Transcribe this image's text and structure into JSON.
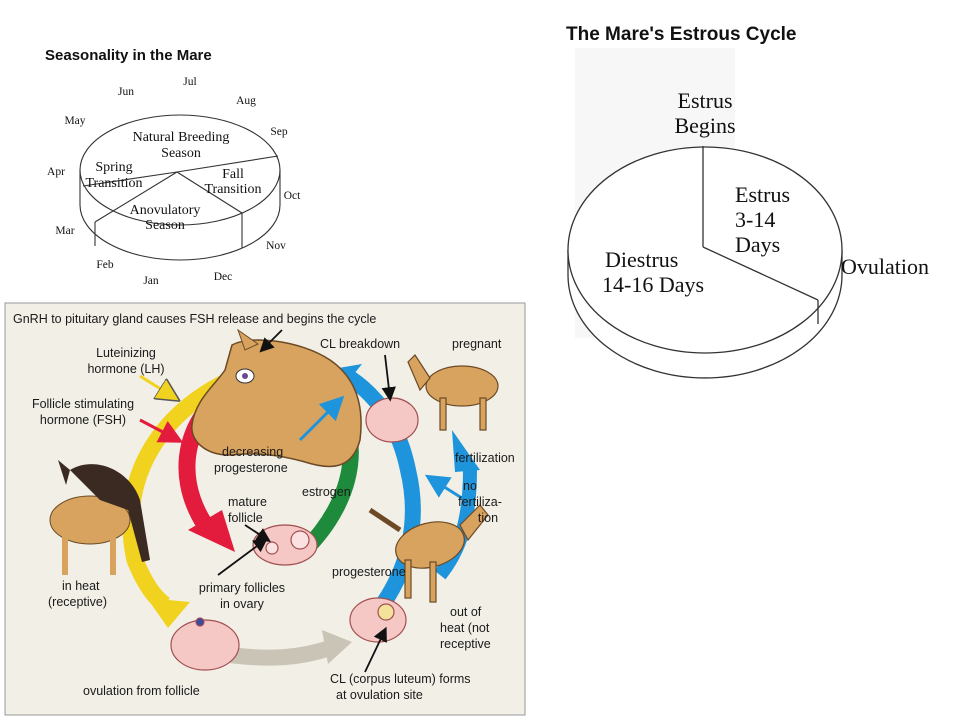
{
  "seasonality": {
    "title": "Seasonality in the Mare",
    "months": [
      "Jul",
      "Aug",
      "Sep",
      "Oct",
      "Nov",
      "Dec",
      "Jan",
      "Feb",
      "Mar",
      "Apr",
      "May",
      "Jun"
    ],
    "segments": {
      "natural": [
        "Natural Breeding",
        "Season"
      ],
      "spring": [
        "Spring",
        "Transition"
      ],
      "fall": [
        "Fall",
        "Transition"
      ],
      "anovulatory": [
        "Anovulatory",
        "Season"
      ]
    }
  },
  "estrous": {
    "title": "The Mare's Estrous Cycle",
    "estrus_begins": [
      "Estrus",
      "Begins"
    ],
    "estrus": [
      "Estrus",
      "3-14",
      "Days"
    ],
    "diestrus": [
      "Diestrus",
      "14-16 Days"
    ],
    "ovulation": "Ovulation"
  },
  "hormone_cycle": {
    "header": "GnRH to pituitary gland causes FSH release and begins the cycle",
    "lh": [
      "Luteinizing",
      "hormone (LH)"
    ],
    "fsh": [
      "Follicle stimulating",
      "hormone (FSH)"
    ],
    "cl_breakdown": "CL breakdown",
    "pregnant": "pregnant",
    "decreasing": [
      "decreasing",
      "progesterone"
    ],
    "estrogen": "estrogen",
    "fertilization": "fertilization",
    "no_fertilization": [
      "no",
      "fertiliza-",
      "tion"
    ],
    "mature_follicle": [
      "mature",
      "follicle"
    ],
    "primary_follicles": [
      "primary follicles",
      "in ovary"
    ],
    "progesterone": "progesterone",
    "in_heat": [
      "in heat",
      "(receptive)"
    ],
    "out_of_heat": [
      "out of",
      "heat (not",
      "receptive"
    ],
    "ovulation_from_follicle": "ovulation from follicle",
    "cl_forms": [
      "CL (corpus luteum) forms",
      "at ovulation site"
    ]
  },
  "colors": {
    "panel_bg": "#f2efe7",
    "yellow": "#f1d21f",
    "red": "#e31b3d",
    "green": "#1e8a3c",
    "blue": "#1d94dc",
    "gray": "#c9c4b5",
    "horse": "#d8a35f",
    "dark_horse": "#3b2a22",
    "follicle": "#f5c7c5"
  }
}
